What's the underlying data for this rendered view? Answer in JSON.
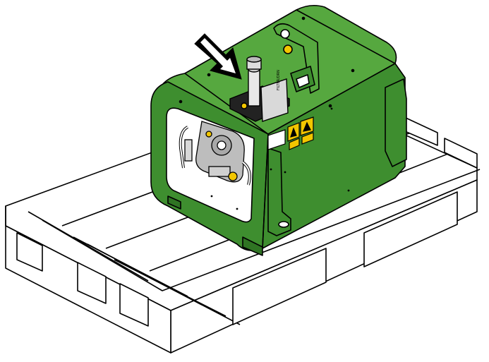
{
  "figure": {
    "subject": "hydraulic-power-unit-on-pallet",
    "body_color": "#3e8e2f",
    "body_shade": "#2f7423",
    "body_light": "#56a83f",
    "outline_color": "#000000",
    "pallet_color": "#ffffff",
    "warning_color": "#f2c600",
    "arrow_color": "#000000"
  },
  "callout": {
    "icon": "arrow-down-right-icon",
    "target": "filler-breather-valve"
  },
  "valve_plate": {
    "text": "FILTER/DRN"
  },
  "labels": {
    "nameplate": "",
    "warning_1_icon": "hazard-warning-icon",
    "warning_2_icon": "hand-crush-warning-icon"
  }
}
